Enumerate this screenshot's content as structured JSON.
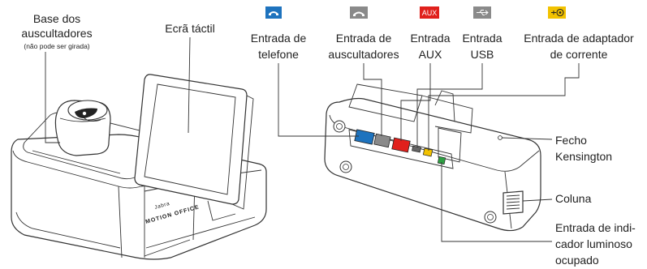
{
  "labels": {
    "base_line1": "Base dos",
    "base_line2": "auscultadores",
    "base_note": "(não pode ser girada)",
    "touchscreen": "Ecrã táctil",
    "phone_line1": "Entrada de",
    "phone_line2": "telefone",
    "headset_line1": "Entrada de",
    "headset_line2": "auscultadores",
    "aux_line1": "Entrada",
    "aux_line2": "AUX",
    "usb_line1": "Entrada",
    "usb_line2": "USB",
    "power_line1": "Entrada de adaptador",
    "power_line2": "de corrente",
    "kensington_line1": "Fecho",
    "kensington_line2": "Kensington",
    "speaker": "Coluna",
    "busy_line1": "Entrada de indi-",
    "busy_line2": "cador luminoso",
    "busy_line3": "ocupado"
  },
  "brand": {
    "line1": "Jabra",
    "line2": "MOTION OFFICE"
  },
  "port_icons": {
    "aux_text": "AUX",
    "phone_icon": "phone-icon",
    "headset_icon": "headset-handset-icon",
    "usb_icon": "usb-icon",
    "power_icon": "power-plug-icon"
  },
  "colors": {
    "phone": "#1e73be",
    "headset": "#7f7f7f",
    "aux": "#e0201c",
    "usb": "#7f7f7f",
    "power": "#f2c200",
    "busy": "#2ea043"
  }
}
